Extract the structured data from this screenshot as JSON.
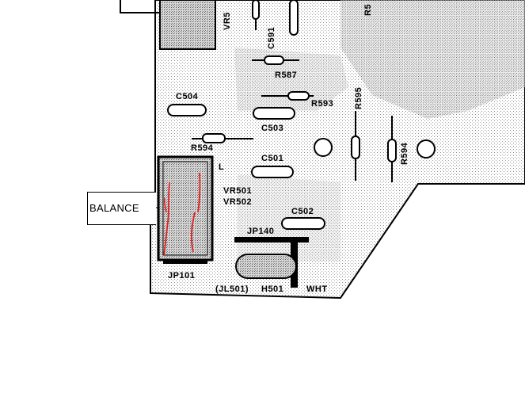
{
  "diagram": {
    "components": {
      "c501": "C501",
      "c502": "C502",
      "c503": "C503",
      "c504": "C504",
      "c591": "C591",
      "r587": "R587",
      "r593": "R593",
      "r594": "R594",
      "r595": "R595",
      "r594_vertical": "R594",
      "r59_top": "R5",
      "vr_top": "VR5",
      "vr501": "VR501",
      "vr502": "VR502",
      "jp101": "JP101",
      "jp140": "JP140",
      "jl501": "(JL501)",
      "h501": "H501",
      "wht": "WHT",
      "l_mark": "L"
    },
    "callout": {
      "balance": "BALANCE"
    },
    "colors": {
      "ink": "#000000",
      "board_dots": "#9a9a9a",
      "annotation_red": "#e02020",
      "paper": "#ffffff"
    }
  }
}
